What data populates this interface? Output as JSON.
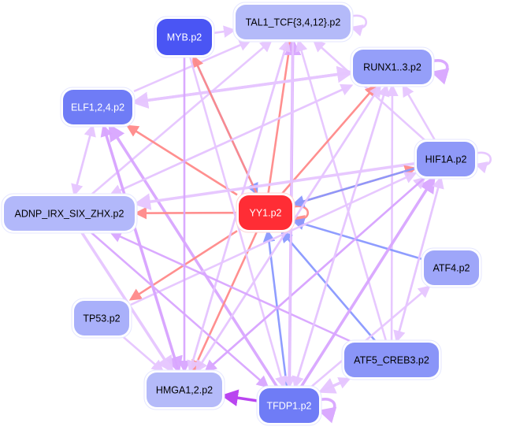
{
  "colors": {
    "edge_activating": "#ff8a8a",
    "edge_repressing": "#8a98ff",
    "edge_mixed_light": "#e6c6ff",
    "edge_mixed_mid": "#d9a6ff",
    "edge_strong": "#b63cf0",
    "node_dark_blue": "#4a55f4",
    "node_mid_blue": "#6e7cf6",
    "node_periwinkle": "#8e98f8",
    "node_light": "#aab2fa",
    "node_lightest": "#b4baf9",
    "node_red": "#ff2d35",
    "text_dark": "#000000",
    "text_light": "#ffffff"
  },
  "nodes": [
    {
      "id": "TAL1",
      "label": "TAL1_TCF{3,4,12}.p2",
      "fill": "#b4baf9",
      "text": "dark"
    },
    {
      "id": "MYB",
      "label": "MYB.p2",
      "fill": "#4a55f4",
      "text": "light"
    },
    {
      "id": "RUNX",
      "label": "RUNX1..3.p2",
      "fill": "#959ff9",
      "text": "dark"
    },
    {
      "id": "ELF",
      "label": "ELF1,2,4.p2",
      "fill": "#6f7cf6",
      "text": "light"
    },
    {
      "id": "HIF1A",
      "label": "HIF1A.p2",
      "fill": "#8f99f8",
      "text": "dark"
    },
    {
      "id": "ADNP",
      "label": "ADNP_IRX_SIX_ZHX.p2",
      "fill": "#b2b8fa",
      "text": "dark"
    },
    {
      "id": "YY1",
      "label": "YY1.p2",
      "fill": "#ff2d35",
      "text": "light"
    },
    {
      "id": "ATF4",
      "label": "ATF4.p2",
      "fill": "#9ea6f9",
      "text": "dark"
    },
    {
      "id": "TP53",
      "label": "TP53.p2",
      "fill": "#a9b0fa",
      "text": "dark"
    },
    {
      "id": "ATF5",
      "label": "ATF5_CREB3.p2",
      "fill": "#8a95f8",
      "text": "dark"
    },
    {
      "id": "HMGA",
      "label": "HMGA1,2.p2",
      "fill": "#b4baf9",
      "text": "dark"
    },
    {
      "id": "TFDP1",
      "label": "TFDP1.p2",
      "fill": "#6f7cf6",
      "text": "light"
    }
  ],
  "edges": [
    {
      "from": "MYB",
      "to": "TAL1",
      "color": "light",
      "weight": 2
    },
    {
      "from": "YY1",
      "to": "TAL1",
      "color": "activating",
      "weight": 2
    },
    {
      "from": "TFDP1",
      "to": "TAL1",
      "color": "mid",
      "weight": 3
    },
    {
      "from": "HMGA",
      "to": "TAL1",
      "color": "light",
      "weight": 2
    },
    {
      "from": "ADNP",
      "to": "TAL1",
      "color": "light",
      "weight": 2
    },
    {
      "from": "ATF5",
      "to": "TAL1",
      "color": "light",
      "weight": 2
    },
    {
      "from": "HIF1A",
      "to": "TAL1",
      "color": "light",
      "weight": 2
    },
    {
      "from": "ELF",
      "to": "TAL1",
      "color": "light",
      "weight": 2
    },
    {
      "from": "TAL1",
      "to": "TAL1",
      "color": "light",
      "weight": 2,
      "self": true
    },
    {
      "from": "RUNX",
      "to": "RUNX",
      "color": "mid",
      "weight": 3,
      "self": true
    },
    {
      "from": "HIF1A",
      "to": "HIF1A",
      "color": "light",
      "weight": 2,
      "self": true
    },
    {
      "from": "YY1",
      "to": "YY1",
      "color": "activating",
      "weight": 2,
      "self": true
    },
    {
      "from": "TFDP1",
      "to": "TFDP1",
      "color": "mid",
      "weight": 3,
      "self": true
    },
    {
      "from": "ELF",
      "to": "RUNX",
      "color": "light",
      "weight": 3
    },
    {
      "from": "YY1",
      "to": "RUNX",
      "color": "activating",
      "weight": 2
    },
    {
      "from": "TFDP1",
      "to": "RUNX",
      "color": "light",
      "weight": 2
    },
    {
      "from": "HMGA",
      "to": "RUNX",
      "color": "light",
      "weight": 2
    },
    {
      "from": "ATF5",
      "to": "RUNX",
      "color": "light",
      "weight": 2
    },
    {
      "from": "HIF1A",
      "to": "RUNX",
      "color": "light",
      "weight": 2
    },
    {
      "from": "ADNP",
      "to": "RUNX",
      "color": "light",
      "weight": 2
    },
    {
      "from": "RUNX",
      "to": "ELF",
      "color": "light",
      "weight": 3
    },
    {
      "from": "YY1",
      "to": "ELF",
      "color": "activating",
      "weight": 2
    },
    {
      "from": "MYB",
      "to": "YY1",
      "color": "repressing",
      "weight": 2
    },
    {
      "from": "YY1",
      "to": "MYB",
      "color": "activating",
      "weight": 2
    },
    {
      "from": "ADNP",
      "to": "ELF",
      "color": "light",
      "weight": 2
    },
    {
      "from": "ELF",
      "to": "ADNP",
      "color": "light",
      "weight": 2
    },
    {
      "from": "TFDP1",
      "to": "ELF",
      "color": "mid",
      "weight": 3
    },
    {
      "from": "HMGA",
      "to": "ELF",
      "color": "mid",
      "weight": 2
    },
    {
      "from": "YY1",
      "to": "ADNP",
      "color": "activating",
      "weight": 2
    },
    {
      "from": "HIF1A",
      "to": "ADNP",
      "color": "light",
      "weight": 3
    },
    {
      "from": "RUNX",
      "to": "ADNP",
      "color": "light",
      "weight": 2
    },
    {
      "from": "YY1",
      "to": "HIF1A",
      "color": "activating",
      "weight": 2
    },
    {
      "from": "HIF1A",
      "to": "YY1",
      "color": "repressing",
      "weight": 2
    },
    {
      "from": "ATF4",
      "to": "YY1",
      "color": "repressing",
      "weight": 2
    },
    {
      "from": "ATF5",
      "to": "YY1",
      "color": "repressing",
      "weight": 2
    },
    {
      "from": "TFDP1",
      "to": "YY1",
      "color": "repressing",
      "weight": 2
    },
    {
      "from": "YY1",
      "to": "HMGA",
      "color": "activating",
      "weight": 2
    },
    {
      "from": "YY1",
      "to": "TP53",
      "color": "activating",
      "weight": 2
    },
    {
      "from": "TP53",
      "to": "HMGA",
      "color": "light",
      "weight": 2
    },
    {
      "from": "TP53",
      "to": "HIF1A",
      "color": "light",
      "weight": 2
    },
    {
      "from": "TFDP1",
      "to": "HMGA",
      "color": "strong",
      "weight": 3
    },
    {
      "from": "ATF5",
      "to": "TFDP1",
      "color": "light",
      "weight": 3
    },
    {
      "from": "TFDP1",
      "to": "ATF5",
      "color": "light",
      "weight": 2
    },
    {
      "from": "TFDP1",
      "to": "HIF1A",
      "color": "mid",
      "weight": 3
    },
    {
      "from": "HMGA",
      "to": "HIF1A",
      "color": "light",
      "weight": 2
    },
    {
      "from": "ATF5",
      "to": "HIF1A",
      "color": "light",
      "weight": 2
    },
    {
      "from": "TFDP1",
      "to": "ATF4",
      "color": "light",
      "weight": 2
    },
    {
      "from": "MYB",
      "to": "HMGA",
      "color": "mid",
      "weight": 2
    },
    {
      "from": "MYB",
      "to": "TFDP1",
      "color": "light",
      "weight": 2
    },
    {
      "from": "ELF",
      "to": "HMGA",
      "color": "mid",
      "weight": 3
    },
    {
      "from": "ADNP",
      "to": "HMGA",
      "color": "light",
      "weight": 3
    },
    {
      "from": "ADNP",
      "to": "TFDP1",
      "color": "mid",
      "weight": 2
    },
    {
      "from": "TAL1",
      "to": "HMGA",
      "color": "light",
      "weight": 2
    },
    {
      "from": "RUNX",
      "to": "HMGA",
      "color": "light",
      "weight": 2
    },
    {
      "from": "HIF1A",
      "to": "HMGA",
      "color": "mid",
      "weight": 2
    },
    {
      "from": "ATF5",
      "to": "ADNP",
      "color": "mid",
      "weight": 2
    },
    {
      "from": "HIF1A",
      "to": "ATF5",
      "color": "light",
      "weight": 2
    },
    {
      "from": "RUNX",
      "to": "TFDP1",
      "color": "light",
      "weight": 2
    },
    {
      "from": "TAL1",
      "to": "TFDP1",
      "color": "light",
      "weight": 2
    }
  ]
}
